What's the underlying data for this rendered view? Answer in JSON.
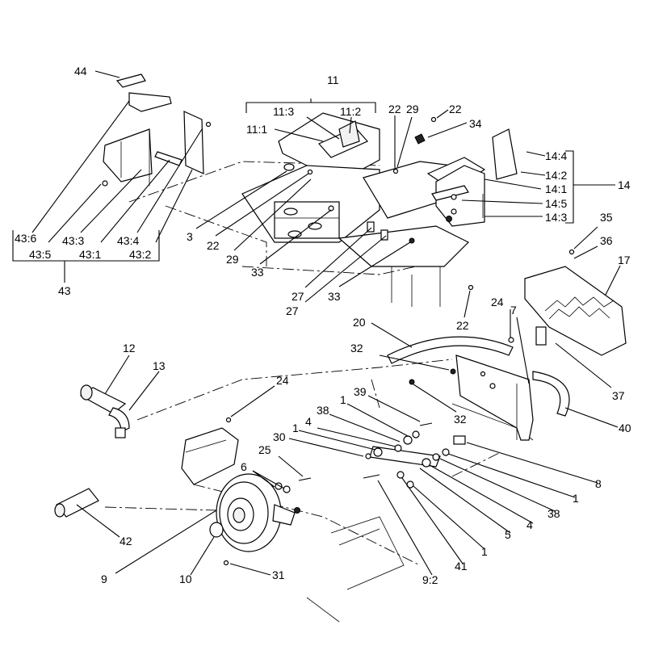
{
  "callouts": [
    {
      "id": "c44",
      "text": "44"
    },
    {
      "id": "c11",
      "text": "11"
    },
    {
      "id": "c11_3",
      "text": "11:3"
    },
    {
      "id": "c11_2",
      "text": "11:2"
    },
    {
      "id": "c11_1",
      "text": "11:1"
    },
    {
      "id": "c22a",
      "text": "22"
    },
    {
      "id": "c29a",
      "text": "29"
    },
    {
      "id": "c22b",
      "text": "22"
    },
    {
      "id": "c34",
      "text": "34"
    },
    {
      "id": "c14_4",
      "text": "14:4"
    },
    {
      "id": "c14_2",
      "text": "14:2"
    },
    {
      "id": "c14_1",
      "text": "14:1"
    },
    {
      "id": "c14",
      "text": "14"
    },
    {
      "id": "c14_5",
      "text": "14:5"
    },
    {
      "id": "c14_3",
      "text": "14:3"
    },
    {
      "id": "c3",
      "text": "3"
    },
    {
      "id": "c22c",
      "text": "22"
    },
    {
      "id": "c29b",
      "text": "29"
    },
    {
      "id": "c33a",
      "text": "33"
    },
    {
      "id": "c27a",
      "text": "27"
    },
    {
      "id": "c27b",
      "text": "27"
    },
    {
      "id": "c33b",
      "text": "33"
    },
    {
      "id": "c22d",
      "text": "22"
    },
    {
      "id": "c35",
      "text": "35"
    },
    {
      "id": "c36",
      "text": "36"
    },
    {
      "id": "c17",
      "text": "17"
    },
    {
      "id": "c37",
      "text": "37"
    },
    {
      "id": "c43_6",
      "text": "43:6"
    },
    {
      "id": "c43_3",
      "text": "43:3"
    },
    {
      "id": "c43_4",
      "text": "43:4"
    },
    {
      "id": "c43_5",
      "text": "43:5"
    },
    {
      "id": "c43_1",
      "text": "43:1"
    },
    {
      "id": "c43_2",
      "text": "43:2"
    },
    {
      "id": "c43",
      "text": "43"
    },
    {
      "id": "c20",
      "text": "20"
    },
    {
      "id": "c24a",
      "text": "24"
    },
    {
      "id": "c7",
      "text": "7"
    },
    {
      "id": "c32a",
      "text": "32"
    },
    {
      "id": "c32b",
      "text": "32"
    },
    {
      "id": "c12",
      "text": "12"
    },
    {
      "id": "c13",
      "text": "13"
    },
    {
      "id": "c24b",
      "text": "24"
    },
    {
      "id": "c39",
      "text": "39"
    },
    {
      "id": "c1a",
      "text": "1"
    },
    {
      "id": "c38a",
      "text": "38"
    },
    {
      "id": "c4a",
      "text": "4"
    },
    {
      "id": "c1b",
      "text": "1"
    },
    {
      "id": "c30",
      "text": "30"
    },
    {
      "id": "c25",
      "text": "25"
    },
    {
      "id": "c6",
      "text": "6"
    },
    {
      "id": "c40",
      "text": "40"
    },
    {
      "id": "c8",
      "text": "8"
    },
    {
      "id": "c1c",
      "text": "1"
    },
    {
      "id": "c38b",
      "text": "38"
    },
    {
      "id": "c4b",
      "text": "4"
    },
    {
      "id": "c5",
      "text": "5"
    },
    {
      "id": "c1d",
      "text": "1"
    },
    {
      "id": "c41",
      "text": "41"
    },
    {
      "id": "c9_2",
      "text": "9:2"
    },
    {
      "id": "c42",
      "text": "42"
    },
    {
      "id": "c9",
      "text": "9"
    },
    {
      "id": "c10",
      "text": "10"
    },
    {
      "id": "c31",
      "text": "31"
    }
  ]
}
